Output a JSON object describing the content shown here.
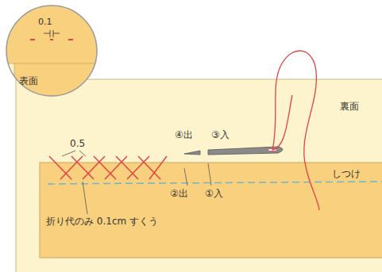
{
  "diagram": {
    "labels": [
      "0.1",
      "表面",
      "裏面",
      "0.5",
      "④出",
      "③入",
      "②出",
      "①入",
      "しつけ",
      "折り代のみ 0.1cm すくう"
    ]
  }
}
